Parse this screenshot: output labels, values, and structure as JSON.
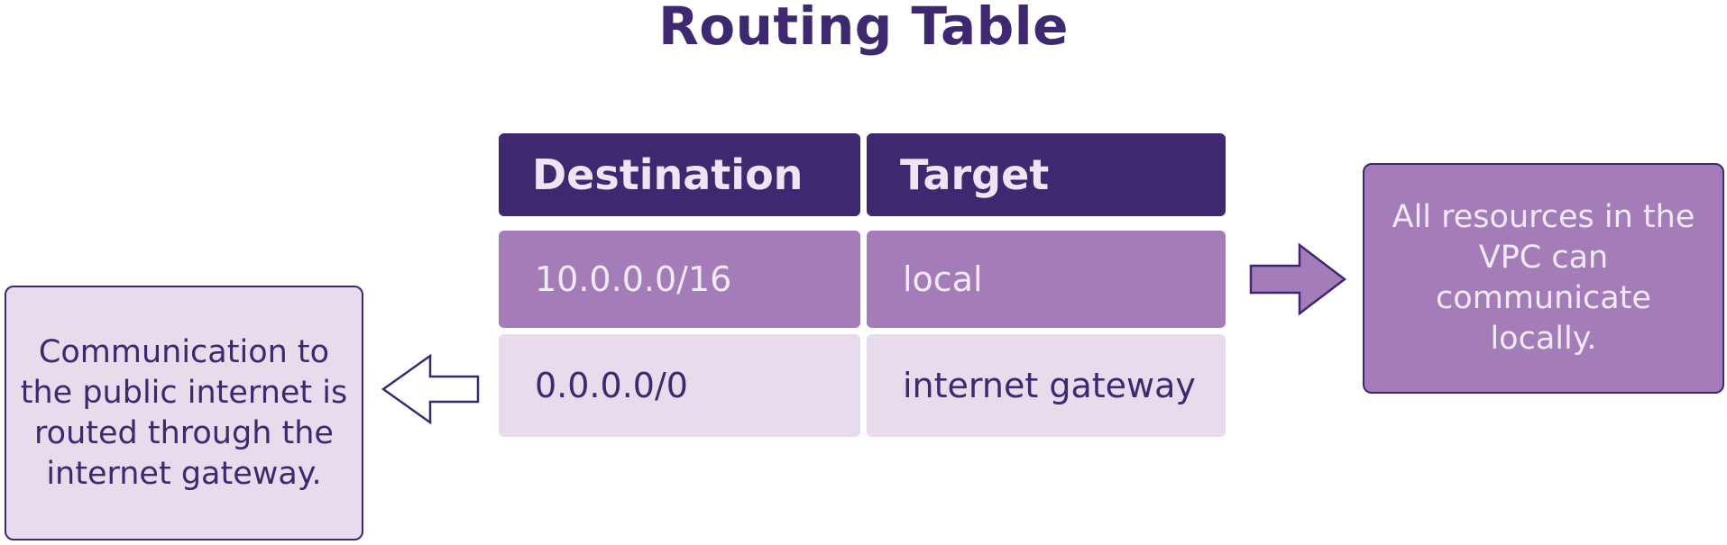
{
  "title": "Routing Table",
  "table": {
    "headers": [
      "Destination",
      "Target"
    ],
    "rows": [
      {
        "destination": "10.0.0.0/16",
        "target": "local"
      },
      {
        "destination": "0.0.0.0/0",
        "target": "internet gateway"
      }
    ]
  },
  "notes": {
    "right": "All resources in the VPC can communicate locally.",
    "left": "Communication to the public internet is routed through the internet gateway."
  },
  "colors": {
    "dark_purple": "#3e2870",
    "medium_purple": "#a37cb8",
    "light_purple": "#e7dbec",
    "light_text": "#f2e9f6"
  },
  "icons": {
    "right_arrow": "arrow-right-icon",
    "left_arrow": "arrow-left-icon"
  }
}
